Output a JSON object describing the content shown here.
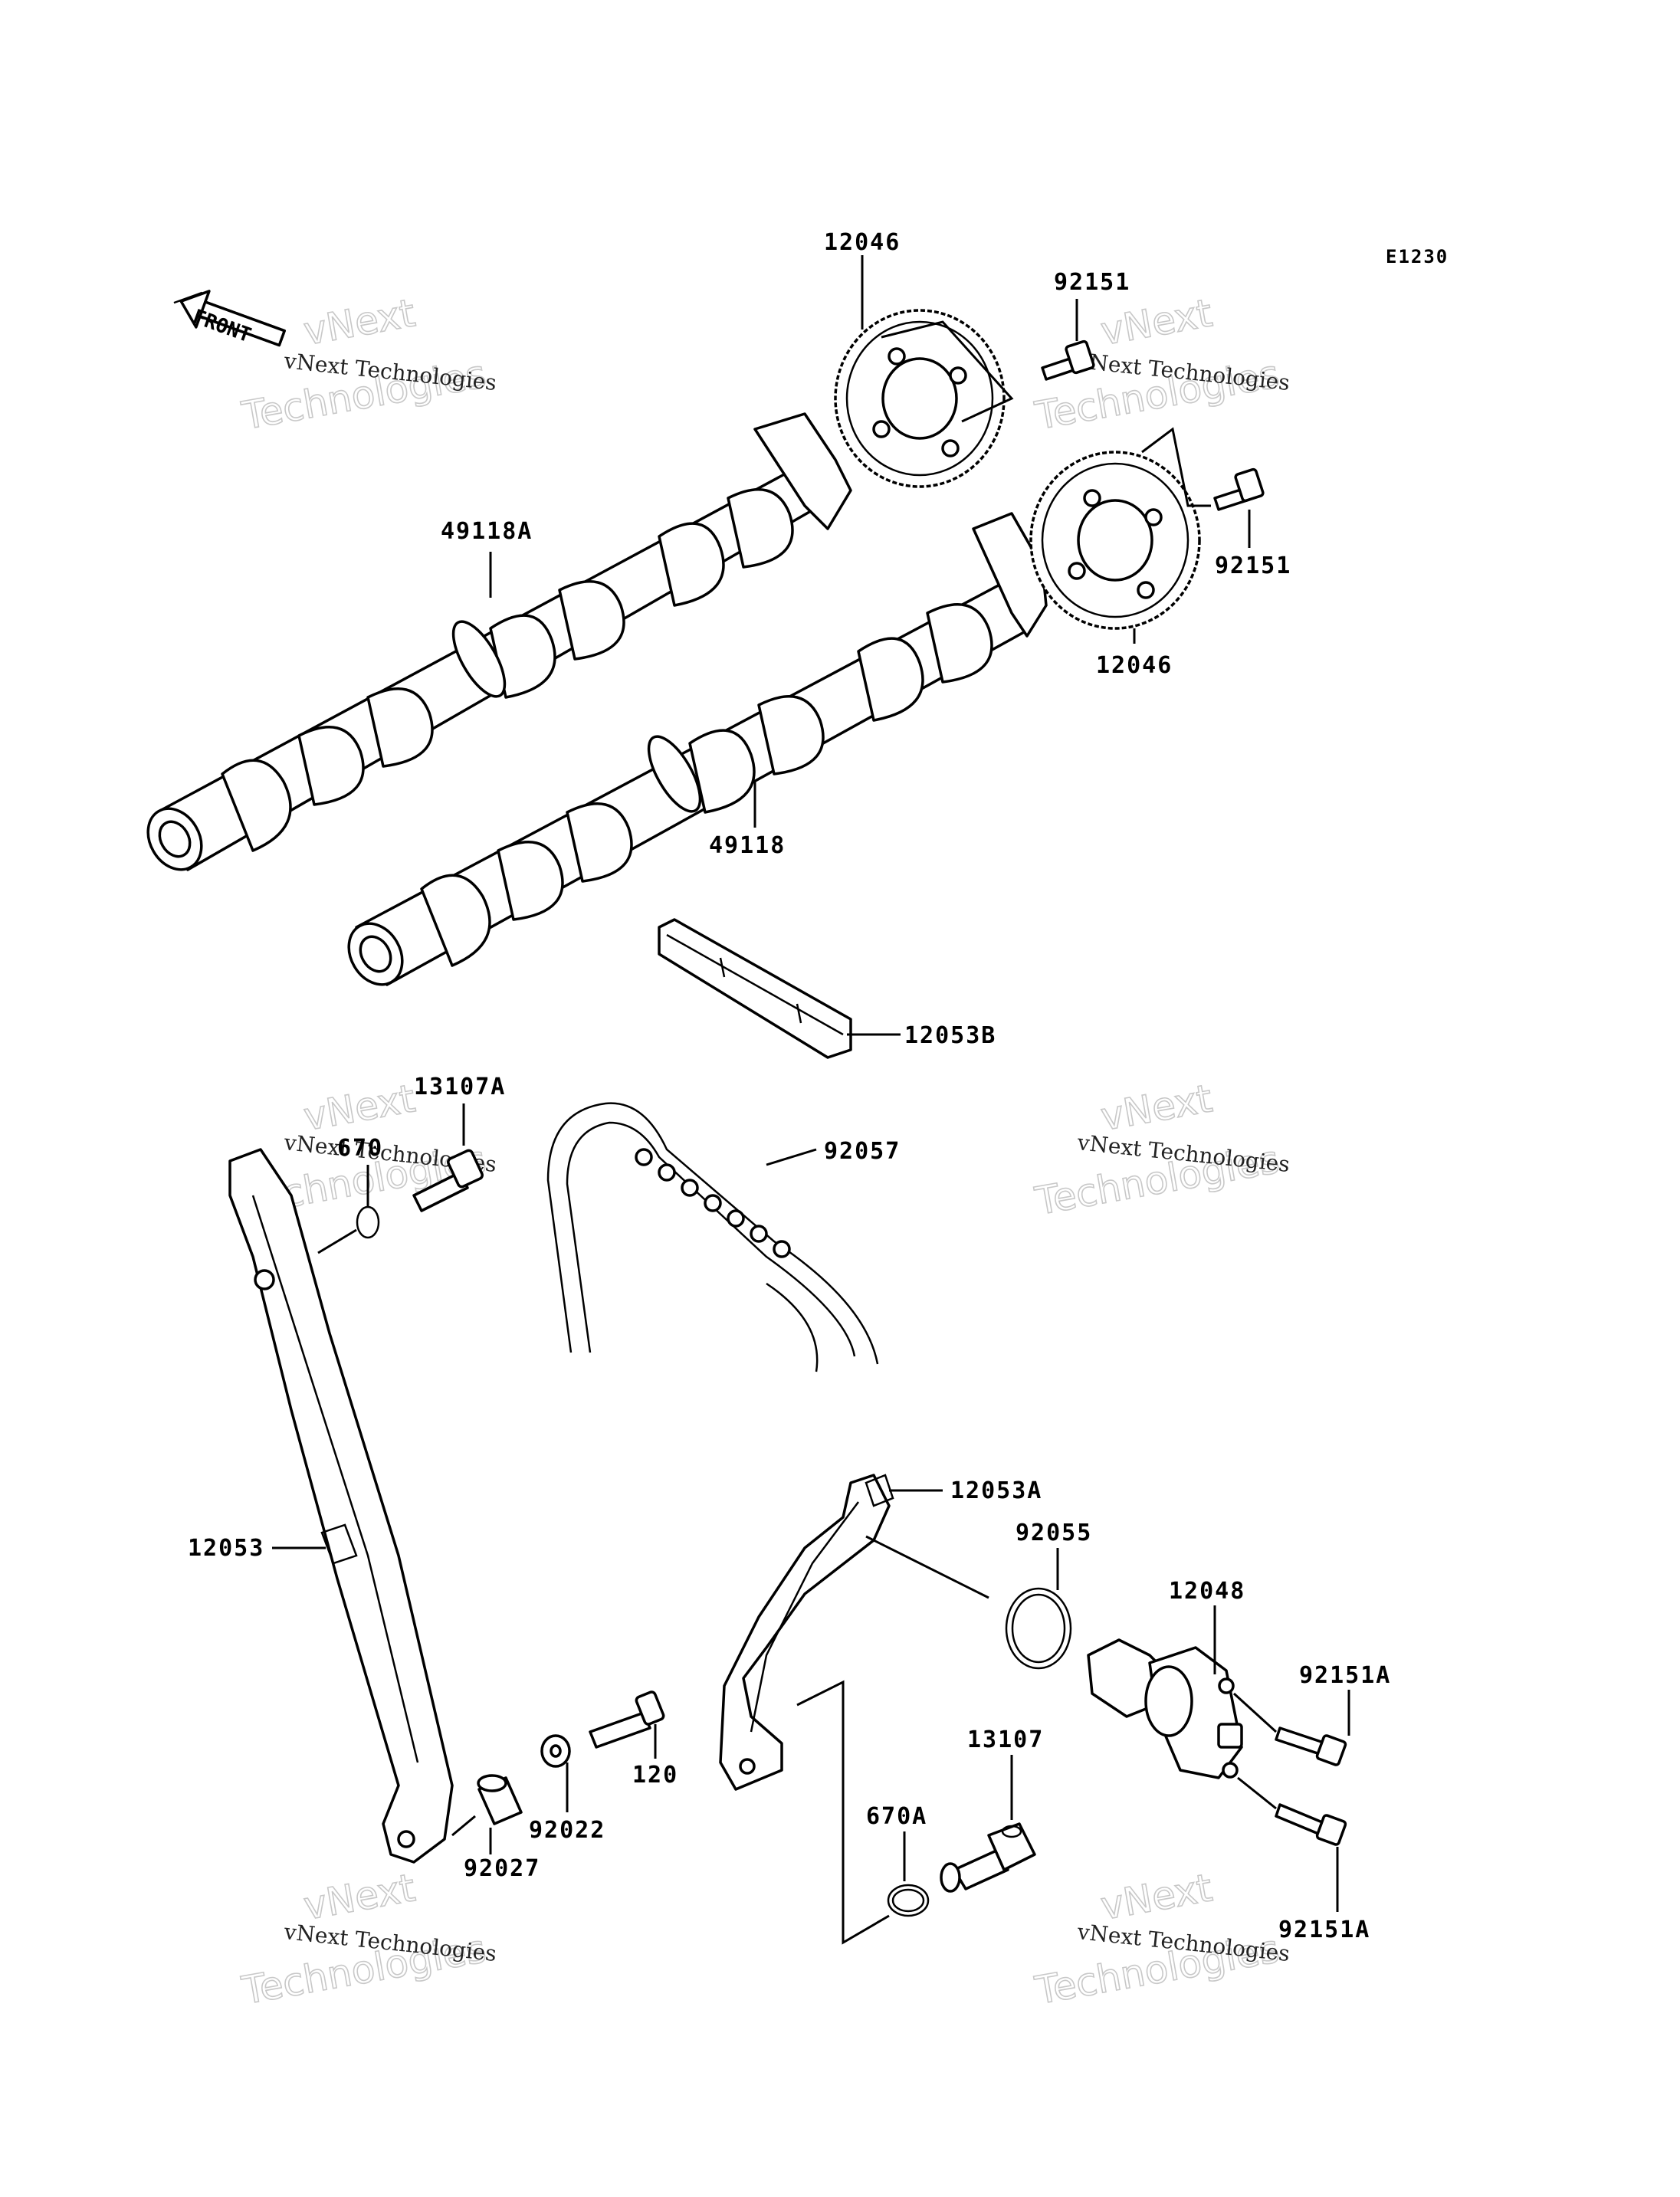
{
  "diagram_code": "E1230",
  "front_arrow_text": "FRONT",
  "watermark": {
    "line1": "vNext Technologies",
    "big_line1": "vNext",
    "big_line2": "Technologies"
  },
  "parts": {
    "sprocket_top_left": "12046",
    "bolt_top": "92151",
    "bolt_right": "92151",
    "sprocket_right": "12046",
    "camshaft_intake": "49118A",
    "camshaft_exhaust": "49118",
    "guide_top": "12053B",
    "bolt_13107A": "13107A",
    "oring_670": "670",
    "chain": "92057",
    "guide_left": "12053",
    "guide_right": "12053A",
    "oring_92055": "92055",
    "tensioner": "12048",
    "bolt_92151A_top": "92151A",
    "bolt_13107": "13107",
    "oring_670A": "670A",
    "bolt_120": "120",
    "washer_92022": "92022",
    "collar_92027": "92027",
    "bolt_92151A_bottom": "92151A"
  }
}
